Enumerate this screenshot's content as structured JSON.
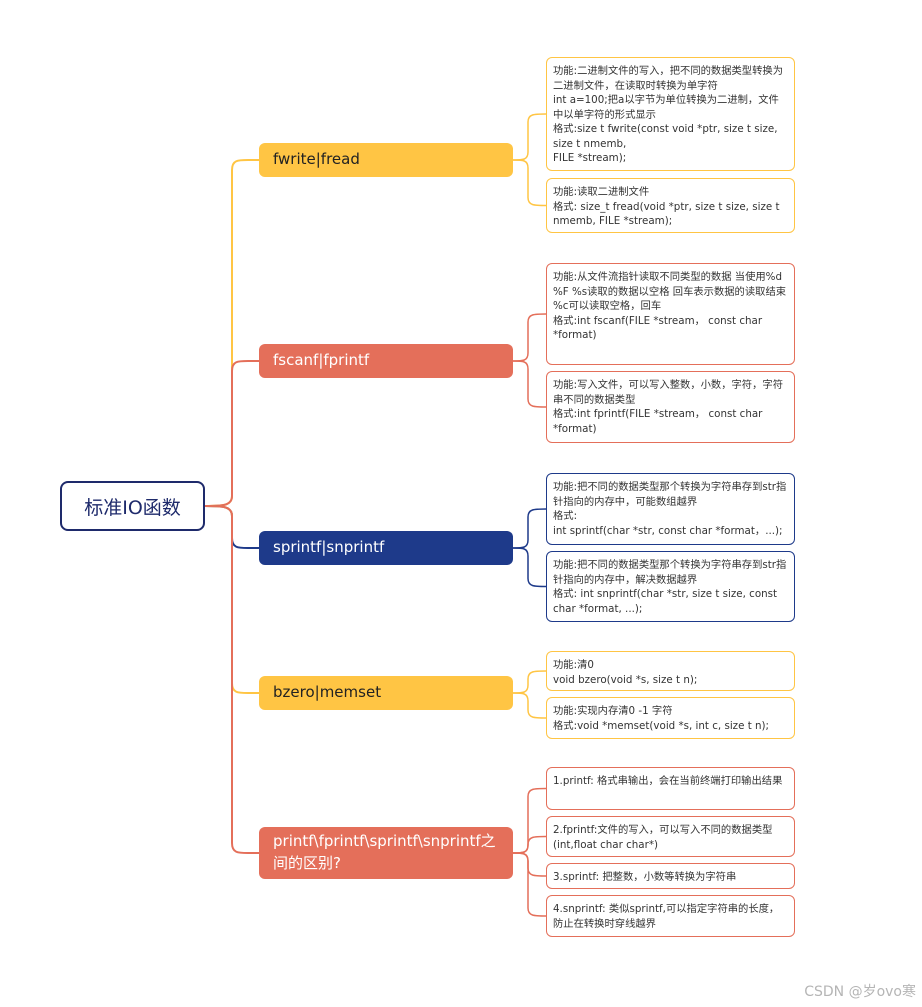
{
  "colors": {
    "yellow": "#ffc544",
    "orange": "#e46f5a",
    "navy": "#1e3a8a",
    "root_border": "#1e2a6b"
  },
  "root": {
    "label": "标准IO函数"
  },
  "branches": [
    {
      "label": "fwrite|fread",
      "color": "yellow",
      "leaves": [
        "功能:二进制文件的写入，把不同的数据类型转换为二进制文件，在读取时转换为单字符\nint a=100;把a以字节为单位转换为二进制，文件中以单字符的形式显示\n格式:size t fwrite(const void *ptr, size t size, size t nmemb,\nFILE *stream);",
        "功能:读取二进制文件\n格式: size_t fread(void *ptr, size t size, size t nmemb, FILE *stream);"
      ]
    },
    {
      "label": "fscanf|fprintf",
      "color": "orange",
      "leaves": [
        "功能:从文件流指针读取不同类型的数据 当使用%d %F %s读取的数据以空格 回车表示数据的读取结束\n%c可以读取空格，回车\n格式:int fscanf(FILE *stream， const char *format)",
        "功能:写入文件，可以写入整数，小数，字符，字符串不同的数据类型\n格式:int fprintf(FILE *stream， const char *format)"
      ]
    },
    {
      "label": "sprintf|snprintf",
      "color": "navy",
      "leaves": [
        "功能:把不同的数据类型那个转换为字符串存到str指针指向的内存中，可能数组越界\n格式:\nint sprintf(char *str, const char *format，...);",
        "功能:把不同的数据类型那个转换为字符串存到str指针指向的内存中，解决数据越界\n格式: int snprintf(char *str, size t size, const char *format, ...);"
      ]
    },
    {
      "label": "bzero|memset",
      "color": "yellow",
      "leaves": [
        "功能:清0\nvoid bzero(void *s, size t n);",
        "功能:实现内存清0 -1 字符\n格式:void *memset(void *s, int c, size t n);"
      ]
    },
    {
      "label": "printf\\fprintf\\sprintf\\snprintf之间的区别?",
      "color": "orange",
      "leaves": [
        "1.printf: 格式串输出，会在当前终端打印输出结果",
        "2.fprintf:文件的写入，可以写入不同的数据类型(int,float char char*)",
        "3.sprintf: 把整数，小数等转换为字符串",
        "4.snprintf: 类似sprintf,可以指定字符串的长度，防止在转换时穿线越界"
      ]
    }
  ],
  "watermark": "CSDN @岁ovo寒"
}
